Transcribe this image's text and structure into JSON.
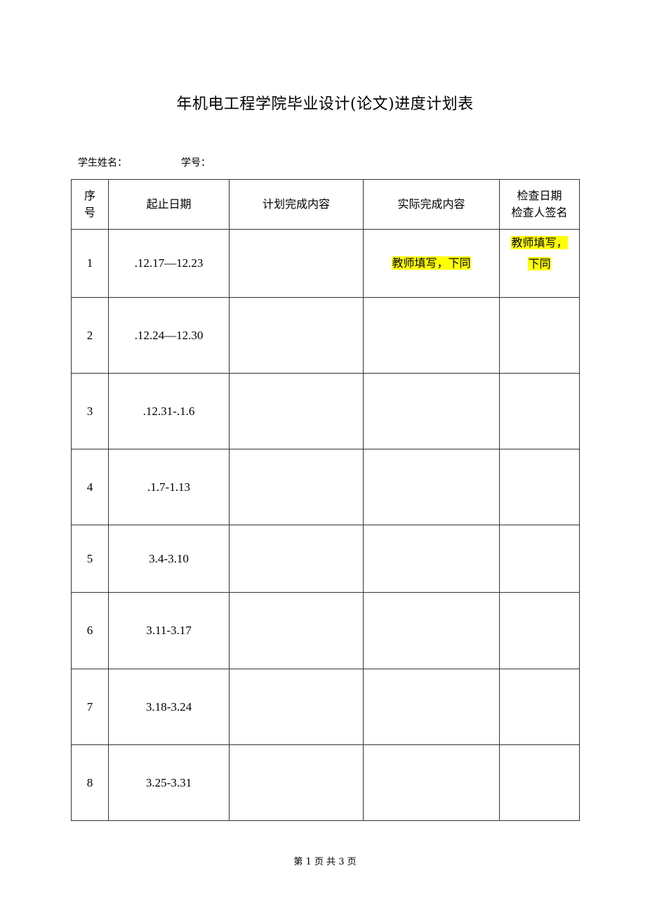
{
  "document": {
    "title": "年机电工程学院毕业设计(论文)进度计划表",
    "student_name_label": "学生姓名：",
    "student_id_label": "学号："
  },
  "table": {
    "headers": {
      "seq_line1": "序",
      "seq_line2": "号",
      "dates": "起止日期",
      "planned": "计划完成内容",
      "actual": "实际完成内容",
      "check_line1": "检查日期",
      "check_line2": "检查人签名"
    },
    "rows": [
      {
        "seq": "1",
        "dates": ".12.17—12.23",
        "planned": "",
        "actual": "教师填写，下同",
        "check_line1": "教师填写，",
        "check_line2": "下同"
      },
      {
        "seq": "2",
        "dates": ".12.24—12.30",
        "planned": "",
        "actual": "",
        "check": ""
      },
      {
        "seq": "3",
        "dates": ".12.31-.1.6",
        "planned": "",
        "actual": "",
        "check": ""
      },
      {
        "seq": "4",
        "dates": ".1.7-1.13",
        "planned": "",
        "actual": "",
        "check": ""
      },
      {
        "seq": "5",
        "dates": "3.4-3.10",
        "planned": "",
        "actual": "",
        "check": ""
      },
      {
        "seq": "6",
        "dates": "3.11-3.17",
        "planned": "",
        "actual": "",
        "check": ""
      },
      {
        "seq": "7",
        "dates": "3.18-3.24",
        "planned": "",
        "actual": "",
        "check": ""
      },
      {
        "seq": "8",
        "dates": "3.25-3.31",
        "planned": "",
        "actual": "",
        "check": ""
      }
    ],
    "highlight_color": "#ffff00"
  },
  "footer": {
    "page_info": "第 1 页 共 3 页"
  }
}
